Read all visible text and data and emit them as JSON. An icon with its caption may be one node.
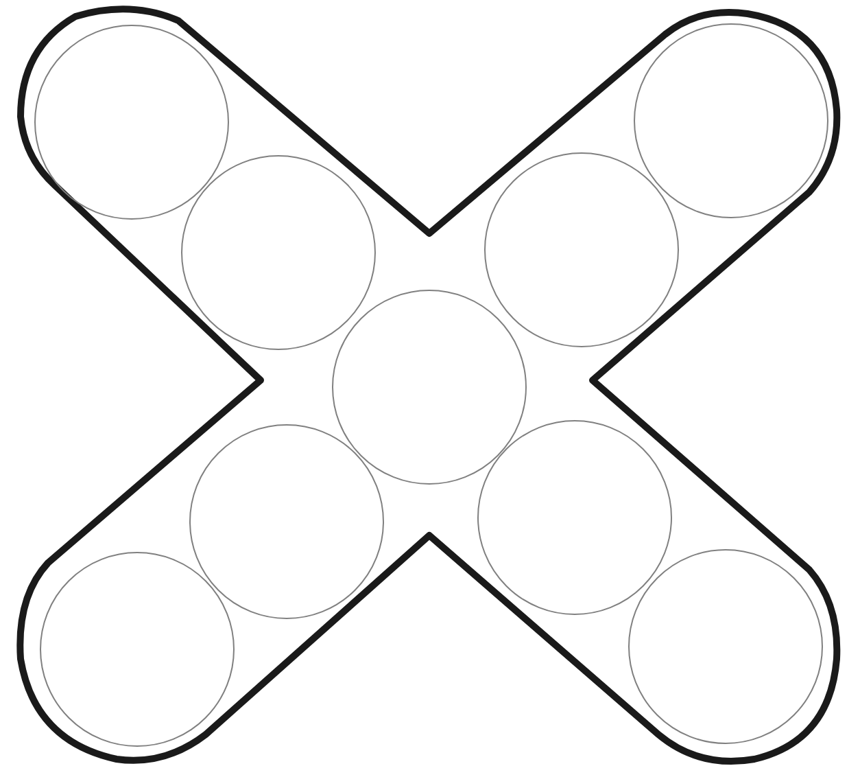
{
  "diagram": {
    "nodes": [
      {
        "text": [],
        "shape": "cross"
      },
      {
        "text": [],
        "shape": "circle",
        "in": 0
      },
      {
        "text": [],
        "shape": "circle",
        "in": 0
      },
      {
        "text": [],
        "shape": "circle",
        "in": 0
      },
      {
        "text": [],
        "shape": "circle",
        "in": 0
      },
      {
        "text": [],
        "shape": "circle",
        "in": 0
      },
      {
        "text": [],
        "shape": "circle",
        "in": 0
      },
      {
        "text": [],
        "shape": "circle",
        "in": 0
      },
      {
        "text": [],
        "shape": "circle",
        "in": 0
      },
      {
        "text": [],
        "shape": "circle",
        "in": 0
      }
    ]
  }
}
